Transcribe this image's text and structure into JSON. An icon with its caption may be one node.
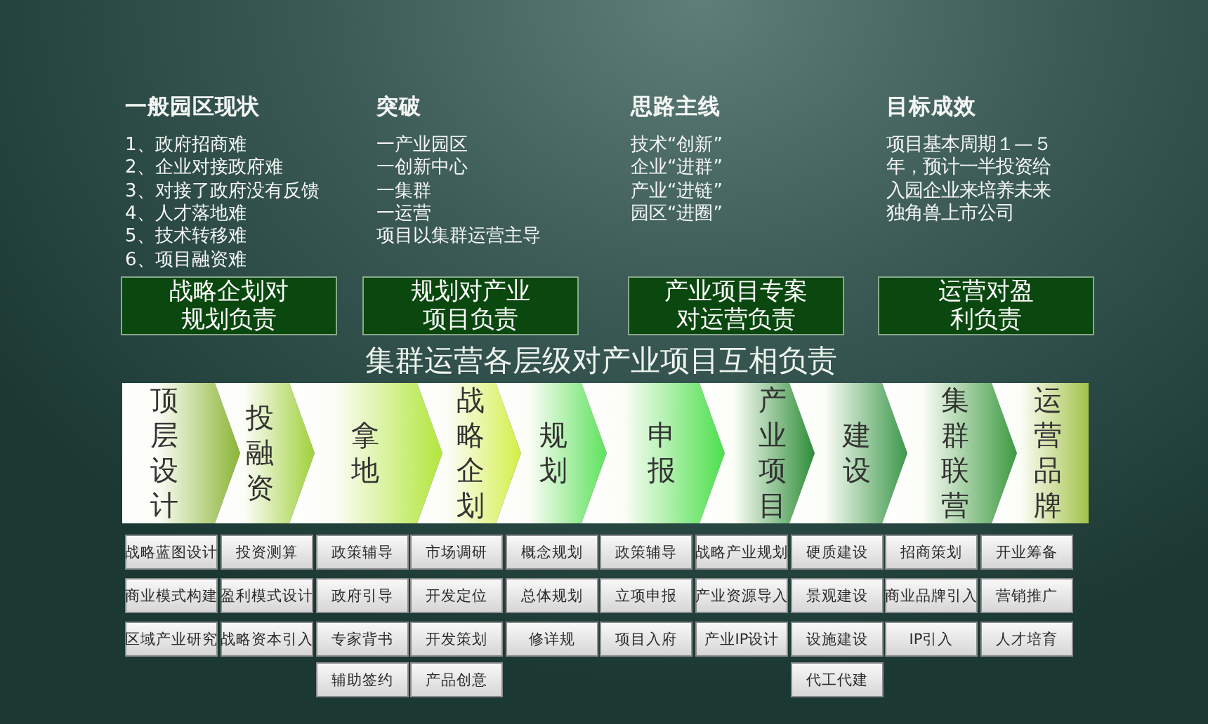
{
  "diagram": {
    "nodes": [
      {
        "text": [
          "战略企划对规划负责"
        ]
      },
      {
        "text": [
          "规划对产业项目负责"
        ]
      },
      {
        "text": [
          "产业项目专案对运营负责"
        ]
      },
      {
        "text": [
          "运营对盈利负责"
        ]
      },
      {
        "text": [
          "顶层设计"
        ]
      },
      {
        "text": [
          "投融资"
        ]
      },
      {
        "text": [
          "拿地"
        ]
      },
      {
        "text": [
          "战略企划"
        ]
      },
      {
        "text": [
          "规划"
        ]
      },
      {
        "text": [
          "申报"
        ]
      },
      {
        "text": [
          "产业项目"
        ]
      },
      {
        "text": [
          "建设"
        ]
      },
      {
        "text": [
          "集群联营"
        ]
      },
      {
        "text": [
          "运营品牌"
        ]
      },
      {
        "text": [
          "战略蓝图设计"
        ]
      },
      {
        "text": [
          "投资测算"
        ]
      },
      {
        "text": [
          "政策辅导"
        ]
      },
      {
        "text": [
          "市场调研"
        ]
      },
      {
        "text": [
          "概念规划"
        ]
      },
      {
        "text": [
          "政策辅导"
        ]
      },
      {
        "text": [
          "战略产业规划"
        ]
      },
      {
        "text": [
          "硬质建设"
        ]
      },
      {
        "text": [
          "招商策划"
        ]
      },
      {
        "text": [
          "开业筹备"
        ]
      },
      {
        "text": [
          "商业模式构建"
        ]
      },
      {
        "text": [
          "盈利模式设计"
        ]
      },
      {
        "text": [
          "政府引导"
        ]
      },
      {
        "text": [
          "开发定位"
        ]
      },
      {
        "text": [
          "总体规划"
        ]
      },
      {
        "text": [
          "立项申报"
        ]
      },
      {
        "text": [
          "产业资源导入"
        ]
      },
      {
        "text": [
          "景观建设"
        ]
      },
      {
        "text": [
          "商业品牌引入"
        ]
      },
      {
        "text": [
          "营销推广"
        ]
      },
      {
        "text": [
          "区域产业研究"
        ]
      },
      {
        "text": [
          "战略资本引入"
        ]
      },
      {
        "text": [
          "专家背书"
        ]
      },
      {
        "text": [
          "开发策划"
        ]
      },
      {
        "text": [
          "修详规"
        ]
      },
      {
        "text": [
          "项目入府"
        ]
      },
      {
        "text": [
          "产业IP设计"
        ]
      },
      {
        "text": [
          "设施建设"
        ]
      },
      {
        "text": [
          "IP引入"
        ]
      },
      {
        "text": [
          "人才培育"
        ]
      },
      {
        "text": [
          "辅助签约"
        ]
      },
      {
        "text": [
          "产品创意"
        ]
      },
      {
        "text": [
          "代工代建"
        ]
      }
    ],
    "labels": [
      "一般园区现状",
      "1、政府招商难",
      "2、企业对接政府难",
      "3、对接了政府没有反馈",
      "4、人才落地难",
      "5、技术转移难",
      "6、项目融资难",
      "突破",
      "一产业园区",
      "一创新中心",
      "一集群",
      "一运营",
      "项目以集群运营主导",
      "思路主线",
      "技术“创新”",
      "企业“进群”",
      "产业“进链”",
      "园区“进圈”",
      "目标成效",
      "项目基本周期１—５年，预计一半投资给入园企业来培养未来独角兽上市公司",
      "集群运营各层级对产业项目互相负责"
    ]
  }
}
